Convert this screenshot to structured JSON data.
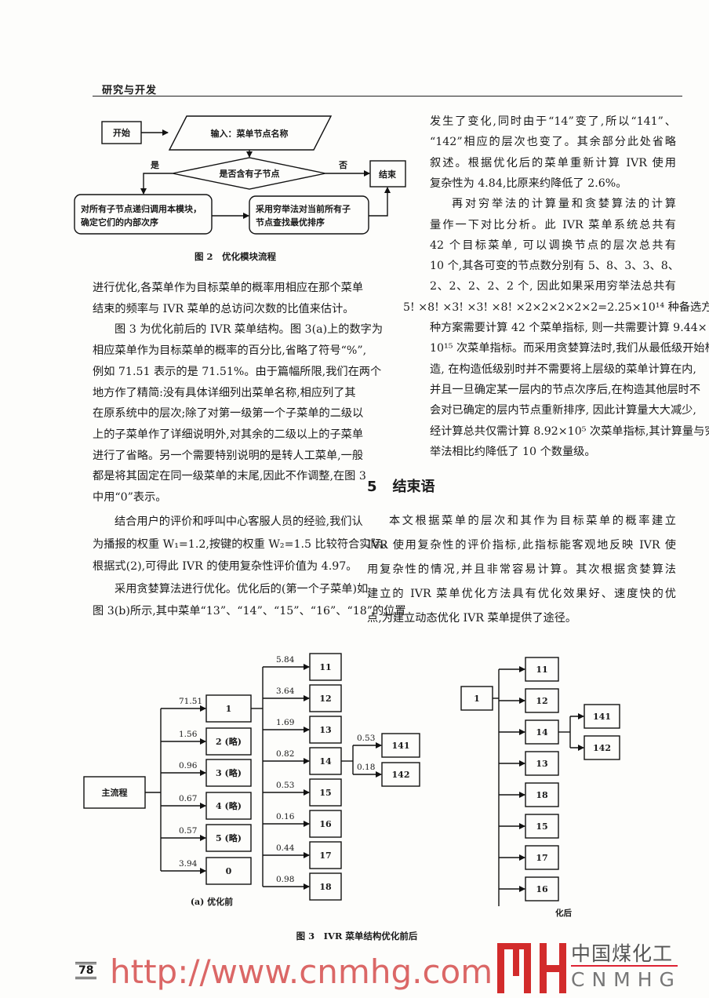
{
  "header": {
    "section": "研究与开发"
  },
  "figure2": {
    "start": "开始",
    "input": "输入：菜单节点名称",
    "decision": "是否含有子节点",
    "yes": "是",
    "no": "否",
    "end": "结束",
    "recurse_lines": [
      "对所有子节点递归调用本模块，",
      "确定它们的内部次序"
    ],
    "exhaust_lines": [
      "采用穷举法对当前所有子",
      "节点查找最优排序"
    ],
    "caption": "图 2　优化模块流程"
  },
  "left_column": [
    "进行优化,各菜单作为目标菜单的概率用相应在那个菜单",
    "结束的频率与 IVR 菜单的总访问次数的比值来估计。",
    "图 3 为优化前后的 IVR 菜单结构。图 3(a)上的数字为",
    "相应菜单作为目标菜单的概率的百分比,省略了符号“%”,",
    "例如 71.51 表示的是 71.51%。由于篇幅所限,我们在两个",
    "地方作了精简:没有具体详细列出菜单名称,相应列了其",
    "在原系统中的层次;除了对第一级第一个子菜单的二级以",
    "上的子菜单作了详细说明外,对其余的二级以上的子菜单",
    "进行了省略。另一个需要特别说明的是转人工菜单,一般",
    "都是将其固定在同一级菜单的末尾,因此不作调整,在图 3",
    "中用“0”表示。",
    "结合用户的评价和呼叫中心客服人员的经验,我们认",
    "为播报的权重 W₁=1.2,按键的权重 W₂=1.5 比较符合实际。",
    "根据式(2),可得此 IVR 的使用复杂性评价值为 4.97。",
    "采用贪婪算法进行优化。优化后的(第一个子菜单)如",
    "图 3(b)所示,其中菜单“13”、“14”、“15”、“16”、“18”的位置"
  ],
  "right_column": [
    "发生了变化,同时由于“14”变了,所以“141”、",
    "“142”相应的层次也变了。其余部分此处省略",
    "叙述。根据优化后的菜单重新计算 IVR 使用",
    "复杂性为 4.84,比原来约降低了 2.6%。",
    "再对穷举法的计算量和贪婪算法的计算",
    "量作一下对比分析。此 IVR 菜单系统总共有",
    "42 个目标菜单, 可以调换节点的层次总共有",
    "10 个,其各可变的节点数分别有 5、8、3、3、8、",
    "2、2、2、2、2 个, 因此如果采用穷举法总共有",
    "5! ×8! ×3! ×3! ×8! ×2×2×2×2×2=2.25×10¹⁴ 种备选方案,每",
    "种方案需要计算 42 个菜单指标, 则一共需要计算 9.44×",
    "10¹⁵ 次菜单指标。而采用贪婪算法时,我们从最低级开始构",
    "造, 在构造低级别时并不需要将上层级的菜单计算在内,",
    "并且一旦确定某一层内的节点次序后,在构造其他层时不",
    "会对已确定的层内节点重新排序, 因此计算量大大减少,",
    "经计算总共仅需计算 8.92×10⁵ 次菜单指标,其计算量与穷",
    "举法相比约降低了 10 个数量级。"
  ],
  "section5": {
    "number": "5",
    "title": "结束语",
    "lines": [
      "本文根据菜单的层次和其作为目标菜单的概率建立",
      "IVR 使用复杂性的评价指标,此指标能客观地反映 IVR 使",
      "用复杂性的情况,并且非常容易计算。其次根据贪婪算法",
      "建立的 IVR 菜单优化方法具有优化效果好、速度快的优",
      "点,为建立动态优化 IVR 菜单提供了途径。"
    ]
  },
  "figure3a": {
    "root": "主流程",
    "level1": [
      {
        "label": "1",
        "prob": "71.51"
      },
      {
        "label": "2 (略)",
        "prob": "1.56"
      },
      {
        "label": "3 (略)",
        "prob": "0.96"
      },
      {
        "label": "4 (略)",
        "prob": "0.67"
      },
      {
        "label": "5 (略)",
        "prob": "0.57"
      },
      {
        "label": "0",
        "prob": "3.94"
      }
    ],
    "level2": [
      {
        "label": "11",
        "prob": "5.84"
      },
      {
        "label": "12",
        "prob": "3.64"
      },
      {
        "label": "13",
        "prob": "1.69"
      },
      {
        "label": "14",
        "prob": "0.82"
      },
      {
        "label": "15",
        "prob": "0.53"
      },
      {
        "label": "16",
        "prob": "0.16"
      },
      {
        "label": "17",
        "prob": "0.44"
      },
      {
        "label": "18",
        "prob": "0.98"
      }
    ],
    "level3": [
      {
        "label": "141",
        "prob": "0.53"
      },
      {
        "label": "142",
        "prob": "0.18"
      }
    ],
    "caption": "(a) 优化前"
  },
  "figure3b": {
    "root": "1",
    "level2": [
      "11",
      "12",
      "14",
      "13",
      "18",
      "15",
      "17",
      "16"
    ],
    "level3": [
      "141",
      "142"
    ],
    "caption": "化后"
  },
  "figure3_caption": "图 3　IVR 菜单结构优化前后",
  "page_number": "78",
  "watermark_text": "http://www.cnmhg.com",
  "logo": {
    "cn": "中国煤化工",
    "en": "CNMHG",
    "color": "#d22b2b"
  }
}
